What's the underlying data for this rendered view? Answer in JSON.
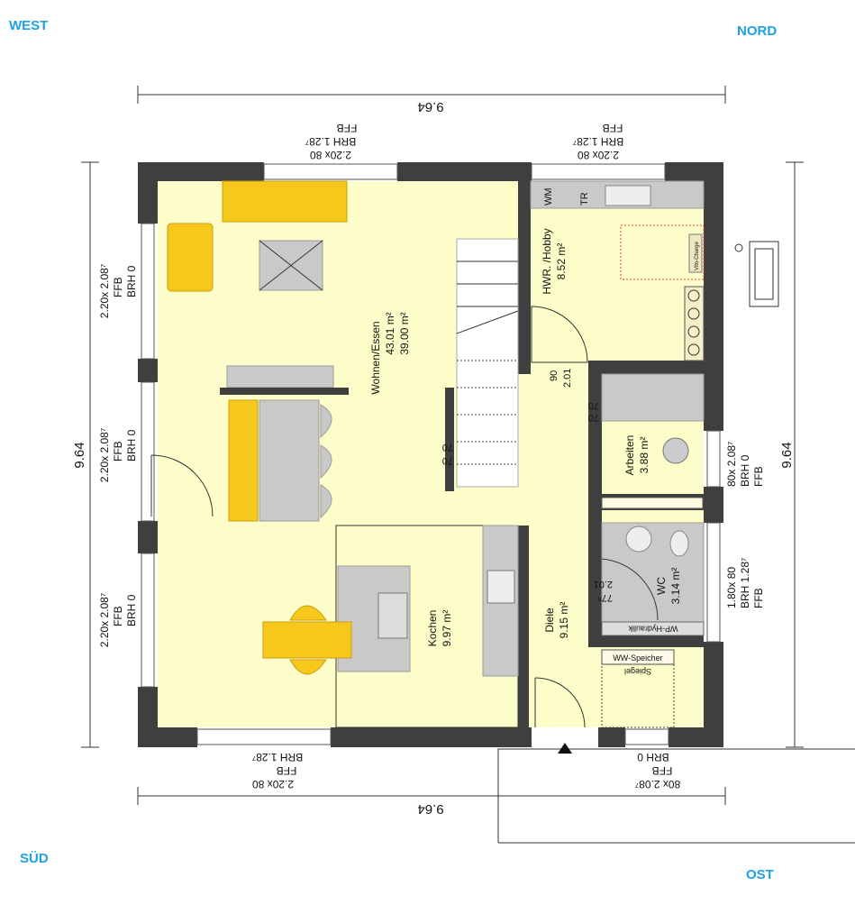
{
  "compass": {
    "west": "WEST",
    "nord": "NORD",
    "sued": "SÜD",
    "ost": "OST",
    "color": "#1ea0e6"
  },
  "dimensions": {
    "top": "9.64",
    "bottom": "9.64",
    "left": "9.64",
    "right": "9.64"
  },
  "windows": {
    "top_left": {
      "size": "2.20x 80",
      "brh": "BRH 1.28⁷",
      "ffb": "FFB"
    },
    "top_right": {
      "size": "2.20x 80",
      "brh": "BRH 1.28⁷",
      "ffb": "FFB"
    },
    "left_1": {
      "size": "2.20x 2.08⁷",
      "ffb": "FFB",
      "brh": "BRH 0"
    },
    "left_2": {
      "size": "2.20x 2.08⁷",
      "ffb": "FFB",
      "brh": "BRH 0"
    },
    "left_3": {
      "size": "2.20x 2.08⁷",
      "ffb": "FFB",
      "brh": "BRH 0"
    },
    "bottom_left": {
      "size": "2.20x 80",
      "brh": "BRH 1.28⁷",
      "ffb": "FFB"
    },
    "bottom_right": {
      "size": "80x 2.08⁷",
      "brh": "BRH 0",
      "ffb": "FFB"
    },
    "right_upper": {
      "size": "80x 2.08⁷",
      "brh": "BRH 0",
      "ffb": "FFB"
    },
    "right_lower": {
      "size": "1.80x 80",
      "brh": "BRH 1.28⁷",
      "ffb": "FFB"
    }
  },
  "rooms": {
    "wohnen": {
      "name": "Wohnen/Essen",
      "area1": "43.01 m²",
      "area2": "39.00 m²"
    },
    "kochen": {
      "name": "Kochen",
      "area": "9.97 m²"
    },
    "hwr": {
      "name": "HWR. /Hobby",
      "area": "8.52 m²"
    },
    "arbeiten": {
      "name": "Arbeiten",
      "area": "3.88 m²"
    },
    "wc": {
      "name": "WC",
      "area": "3.14 m²"
    },
    "diele": {
      "name": "Diele",
      "area": "9.15 m²"
    }
  },
  "fixtures": {
    "wm": "WM",
    "tr": "TR",
    "vito": "Vito-Charge",
    "wp": "WP-Hydraulik",
    "ww": "WW-Speicher",
    "spiegel": "Spiegel"
  },
  "doors": {
    "hwr": {
      "w": "90",
      "h": "2.01"
    },
    "arbeiten": {
      "w": "70",
      "h": "70"
    },
    "stair": {
      "w": "70",
      "h": "70"
    },
    "wc": {
      "w": "77⁵",
      "h": "2.01"
    }
  },
  "colors": {
    "wall": "#3f3f3f",
    "floor": "#fdfdc9",
    "furniture_yellow": "#f6c81c",
    "furniture_grey": "#c9c9c9"
  }
}
